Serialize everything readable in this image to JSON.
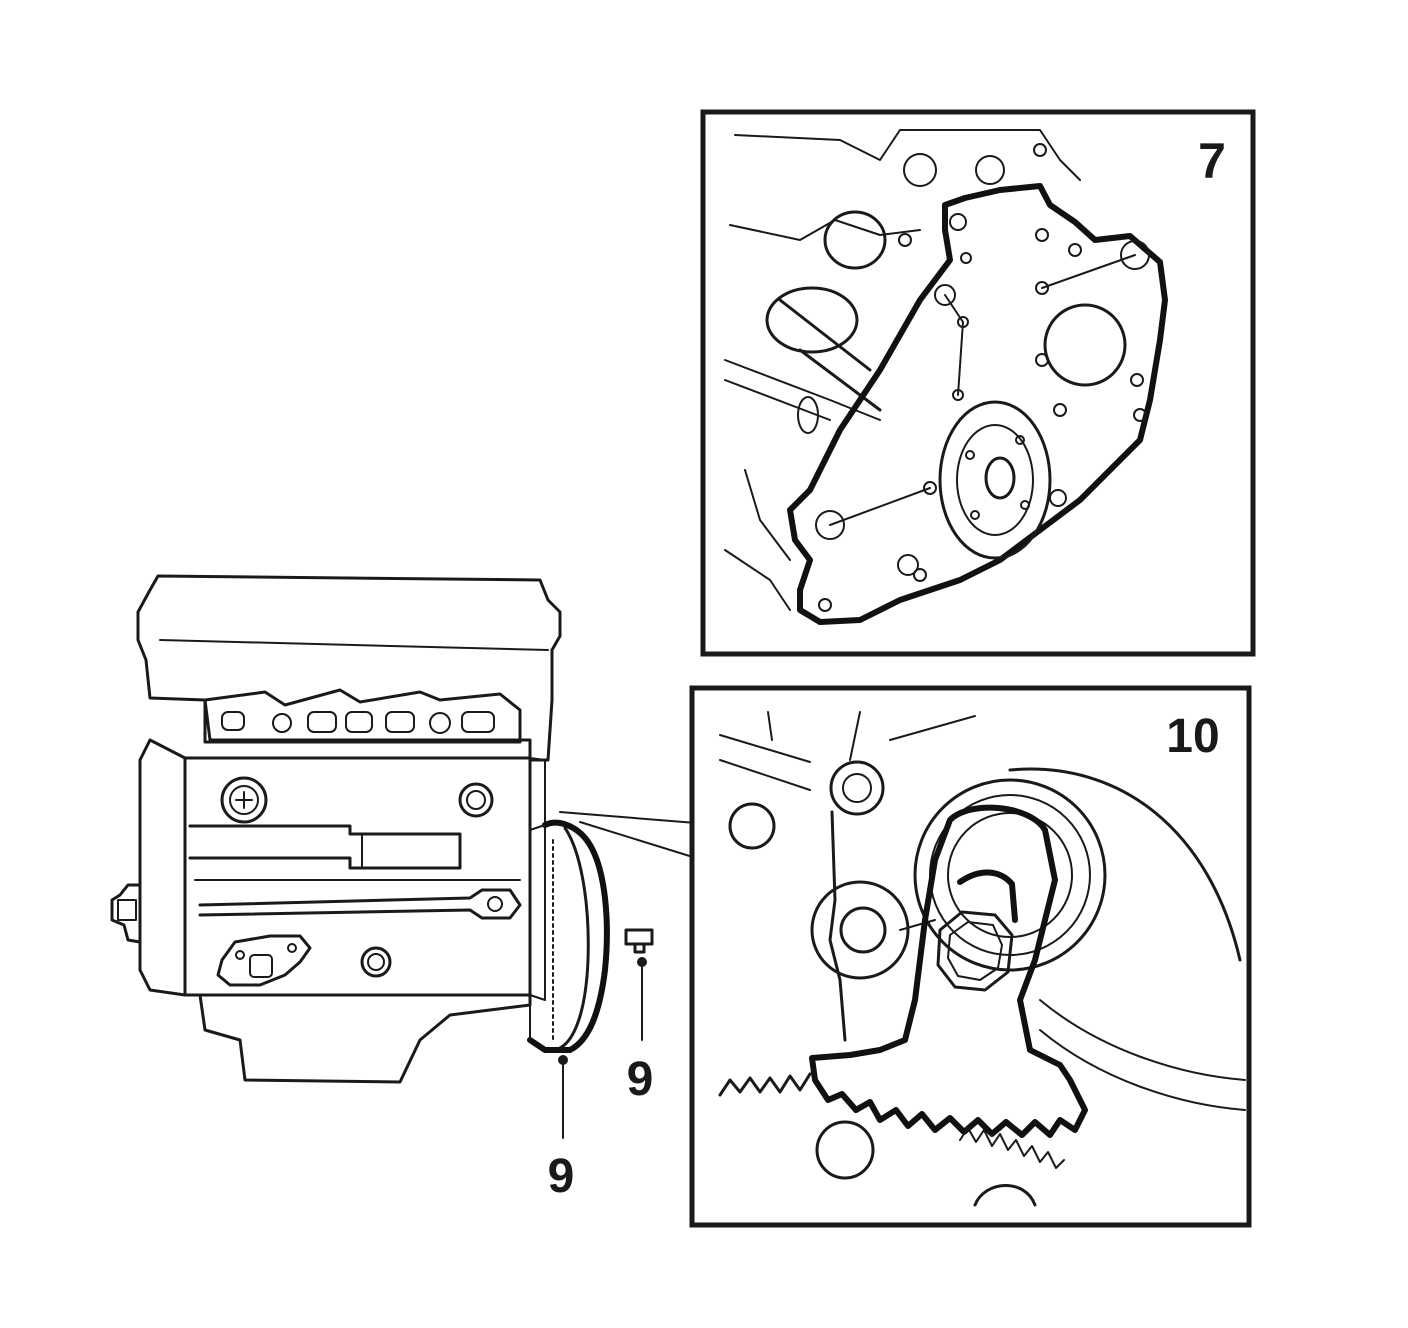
{
  "diagram": {
    "callouts": {
      "detail_top": "7",
      "detail_bottom": "10",
      "part_9_bolt": "9",
      "part_9_pulley": "9"
    },
    "colors": {
      "ink": "#1a1a1a",
      "paper": "#ffffff"
    }
  }
}
